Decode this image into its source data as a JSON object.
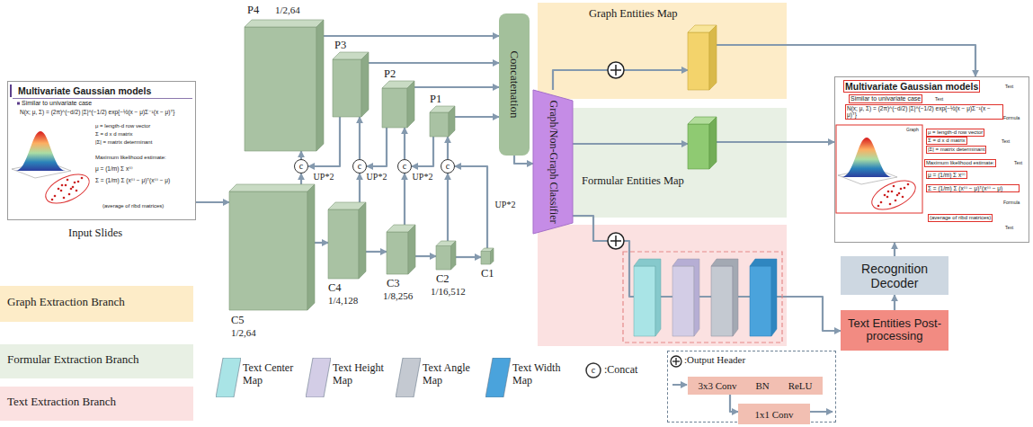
{
  "diagram": {
    "nodes": [
      {
        "text": [
          "Multivariate Gaussian models",
          "Similar to univariate case",
          "N(x; μ, Σ) = (2π)^(−d/2) |Σ|^(−1/2) exp{−½(x − μ)Σ⁻¹(x − μ)ᵀ}",
          "μ = length-d row vector",
          "Σ = d x d matrix",
          "|Σ| = matrix determinant",
          "Maximum likelihood estimate:",
          "μ = (1/m) Σ x⁽ⁱ⁾",
          "Σ = (1/m) Σ (x⁽ⁱ⁾ − μ)ᵀ(x⁽ⁱ⁾ − μ)",
          "(average of ribd matrices)",
          "Input Slides"
        ]
      },
      {
        "text": [
          "P4",
          "1/2,64"
        ]
      },
      {
        "text": [
          "P3"
        ]
      },
      {
        "text": [
          "P2"
        ]
      },
      {
        "text": [
          "P1"
        ]
      },
      {
        "text": [
          "c"
        ]
      },
      {
        "text": [
          "c"
        ]
      },
      {
        "text": [
          "c"
        ]
      },
      {
        "text": [
          "c"
        ]
      },
      {
        "text": [
          "C5",
          "1/2,64"
        ]
      },
      {
        "text": [
          "C4",
          "1/4,128"
        ]
      },
      {
        "text": [
          "C3",
          "1/8,256"
        ]
      },
      {
        "text": [
          "C2",
          "1/16,512"
        ]
      },
      {
        "text": [
          "C1"
        ]
      },
      {
        "text": [
          "Concatenation"
        ]
      },
      {
        "text": [
          "Graph/Non-Graph Classifier"
        ]
      },
      {
        "text": [
          "Graph Entities Map"
        ]
      },
      {
        "text": [
          "Formular Entities Map"
        ]
      },
      {
        "text": [
          "Multivariate Gaussian models",
          "Text",
          "Similar to univariate case",
          "Text",
          "N(x; μ, Σ) = (2π)^(−d/2) |Σ|^(−1/2) exp{−½(x − μ)Σ⁻¹(x − μ)ᵀ}",
          "Formula",
          "Graph",
          "μ = length-d row vector",
          "Σ = d x d matrix",
          "|Σ| = matrix determinant",
          "Text",
          "Maximum likelihood estimate:",
          "Text",
          "μ = (1/m) Σ x⁽ⁱ⁾",
          "Σ = (1/m) Σ (x⁽ⁱ⁾ − μ)ᵀ(x⁽ⁱ⁾ − μ)",
          "Formula",
          "(average of ribd matrices)",
          "Text"
        ]
      },
      {
        "text": [
          "Recognition Decoder"
        ]
      },
      {
        "text": [
          "Text Entities Post-processing"
        ]
      },
      {
        "text": [
          ":Output Header"
        ]
      },
      {
        "text": [
          "3x3 Conv",
          "BN",
          "ReLU"
        ],
        "in": 21
      },
      {
        "text": [
          "1x1 Conv"
        ],
        "in": 21
      }
    ],
    "edges": [
      {
        "from": 0,
        "to": 9,
        "arrow": "to"
      },
      {
        "from": 9,
        "to": 10,
        "arrow": "to"
      },
      {
        "from": 10,
        "to": 11,
        "arrow": "to"
      },
      {
        "from": 11,
        "to": 12,
        "arrow": "to"
      },
      {
        "from": 12,
        "to": 13,
        "arrow": "to"
      },
      {
        "from": 9,
        "to": 5,
        "arrow": "to"
      },
      {
        "from": 10,
        "to": 6,
        "arrow": "to"
      },
      {
        "from": 11,
        "to": 7,
        "arrow": "to"
      },
      {
        "from": 12,
        "to": 8,
        "arrow": "to"
      },
      {
        "from": 13,
        "to": 8,
        "label": "UP*2",
        "arrow": "to"
      },
      {
        "from": 2,
        "to": 5,
        "label": "UP*2",
        "arrow": "to"
      },
      {
        "from": 3,
        "to": 6,
        "label": "UP*2",
        "arrow": "to"
      },
      {
        "from": 4,
        "to": 7,
        "label": "UP*2",
        "arrow": "to"
      },
      {
        "from": 5,
        "to": 1,
        "arrow": "to"
      },
      {
        "from": 6,
        "to": 2,
        "arrow": "to"
      },
      {
        "from": 7,
        "to": 3,
        "arrow": "to"
      },
      {
        "from": 8,
        "to": 4,
        "arrow": "to"
      },
      {
        "from": 1,
        "to": 14,
        "arrow": "to"
      },
      {
        "from": 2,
        "to": 14,
        "arrow": "to"
      },
      {
        "from": 3,
        "to": 14,
        "arrow": "to"
      },
      {
        "from": 4,
        "to": 14,
        "arrow": "to"
      },
      {
        "from": 14,
        "to": 15,
        "arrow": "to"
      },
      {
        "from": 15,
        "to": 16,
        "arrow": "to"
      },
      {
        "from": 15,
        "to": 17,
        "arrow": "to"
      },
      {
        "from": 15,
        "to": 20,
        "arrow": "to"
      },
      {
        "from": 16,
        "to": 18,
        "arrow": "to"
      },
      {
        "from": 17,
        "to": 18,
        "arrow": "to"
      },
      {
        "from": 20,
        "to": 19,
        "arrow": "to"
      },
      {
        "from": 19,
        "to": 18,
        "arrow": "to"
      },
      {
        "from": 22,
        "to": 23,
        "arrow": "to"
      }
    ],
    "labels": [
      "c"
    ],
    "legend": [
      {
        "text": "Graph Extraction Branch",
        "color": "#fdecc8"
      },
      {
        "text": "Formular Extraction Branch",
        "color": "#e8f0e4"
      },
      {
        "text": "Text Extraction Branch",
        "color": "#fbe1e1"
      },
      {
        "text": "Text Center Map",
        "color": "#a9e4e6"
      },
      {
        "text": "Text Height Map",
        "color": "#d3cde6"
      },
      {
        "text": "Text Angle Map",
        "color": "#c4c9d1"
      },
      {
        "text": "Text Width Map",
        "color": "#4aa3dc"
      },
      {
        "text": ":Concat"
      }
    ]
  }
}
